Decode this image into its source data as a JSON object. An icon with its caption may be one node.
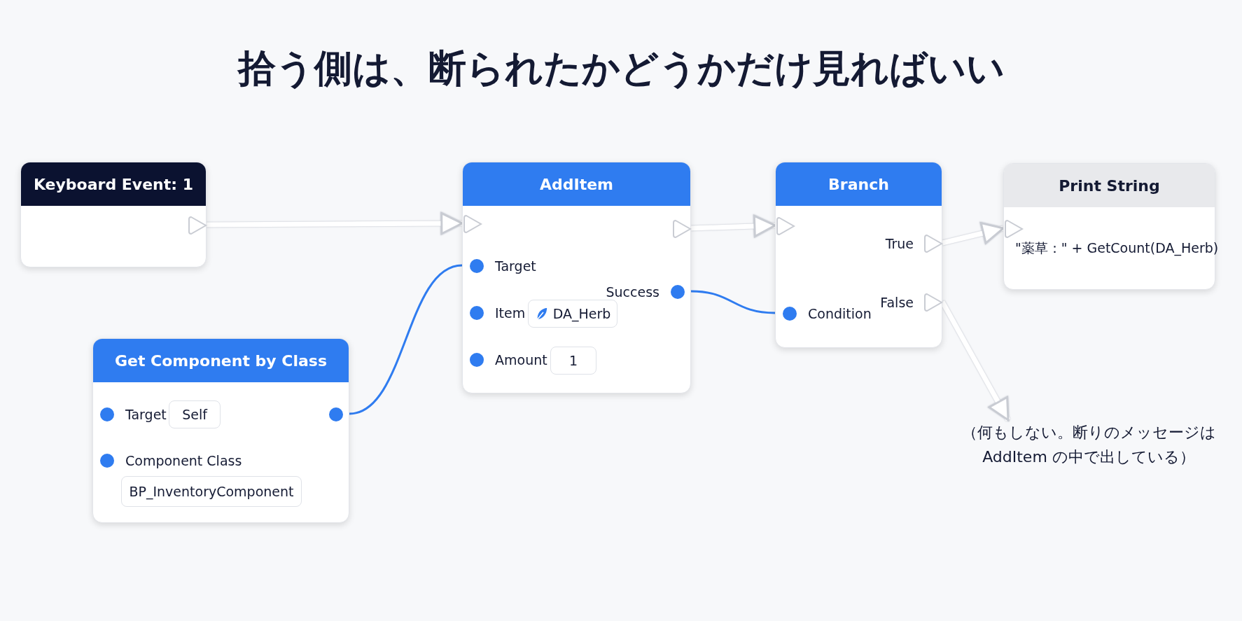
{
  "diagram": {
    "title": "拾う側は、断られたかどうかだけ見ればいい",
    "nodes": [
      {
        "text": [
          "Keyboard Event: 1"
        ]
      },
      {
        "text": [
          "AddItem",
          "Target",
          "Item",
          "DA_Herb",
          "Amount",
          "1",
          "Success"
        ]
      },
      {
        "text": [
          "Branch",
          "True",
          "False",
          "Condition"
        ]
      },
      {
        "text": [
          "Print String",
          "\"薬草：\" + GetCount(DA_Herb)"
        ]
      },
      {
        "text": [
          "Get Component by Class",
          "Target",
          "Self",
          "Component Class",
          "BP_InventoryComponent"
        ]
      },
      {
        "text": [
          "（何もしない。断りのメッセージはAddItem の中で出している）"
        ]
      }
    ],
    "edges": [
      {
        "from": 0,
        "to": 1,
        "arrow": "to"
      },
      {
        "from": 4,
        "to": 1,
        "arrow": "none",
        "color": "#2f7cf0"
      },
      {
        "from": 1,
        "to": 2,
        "arrow": "to"
      },
      {
        "from": 1,
        "to": 2,
        "arrow": "none",
        "color": "#2f7cf0"
      },
      {
        "from": 2,
        "to": 3,
        "arrow": "to"
      },
      {
        "from": 2,
        "to": 5,
        "arrow": "to"
      }
    ]
  }
}
